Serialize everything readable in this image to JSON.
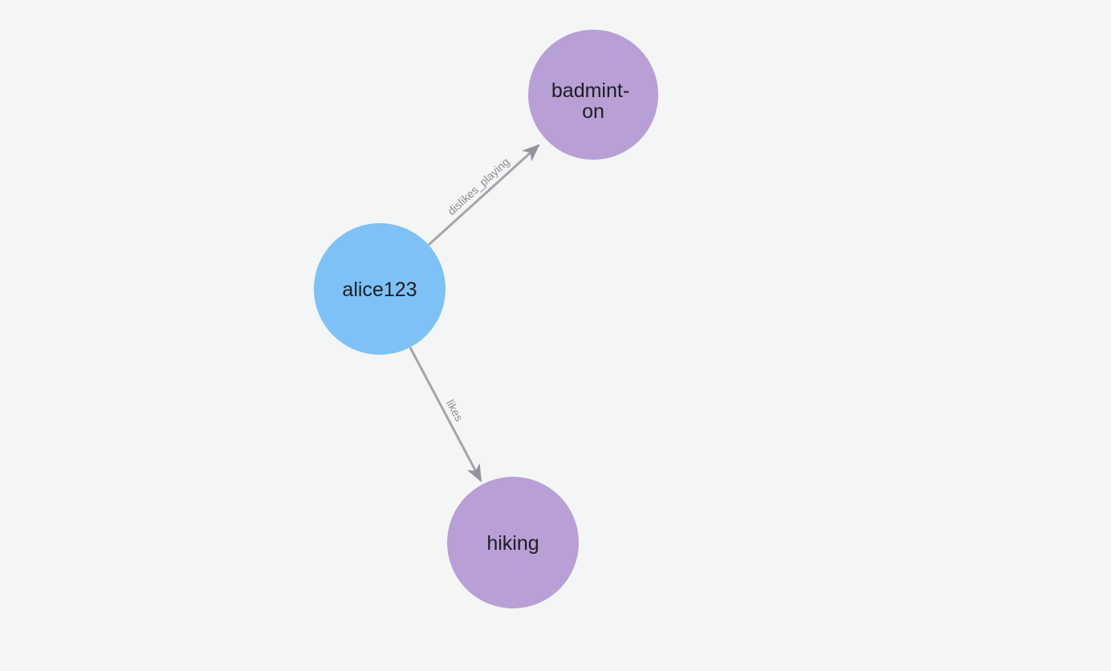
{
  "canvas": {
    "background_color": "#f4f5f5"
  },
  "graph": {
    "nodes": [
      {
        "label": "alice123",
        "color": "#7dc1f7",
        "text_color": "#1e1e23"
      },
      {
        "label": "badminton",
        "label_line1": "badmint-",
        "label_line2": "on",
        "color": "#b89fd6",
        "text_color": "#1e1e23"
      },
      {
        "label": "hiking",
        "color": "#b89fd6",
        "text_color": "#1e1e23"
      }
    ],
    "edges": [
      {
        "from": "alice123",
        "to": "badminton",
        "label": "dislikes_playing",
        "color": "#a5a4ac",
        "label_color": "#8d8c94"
      },
      {
        "from": "alice123",
        "to": "hiking",
        "label": "likes",
        "color": "#a5a4ac",
        "label_color": "#8d8c94"
      }
    ]
  }
}
